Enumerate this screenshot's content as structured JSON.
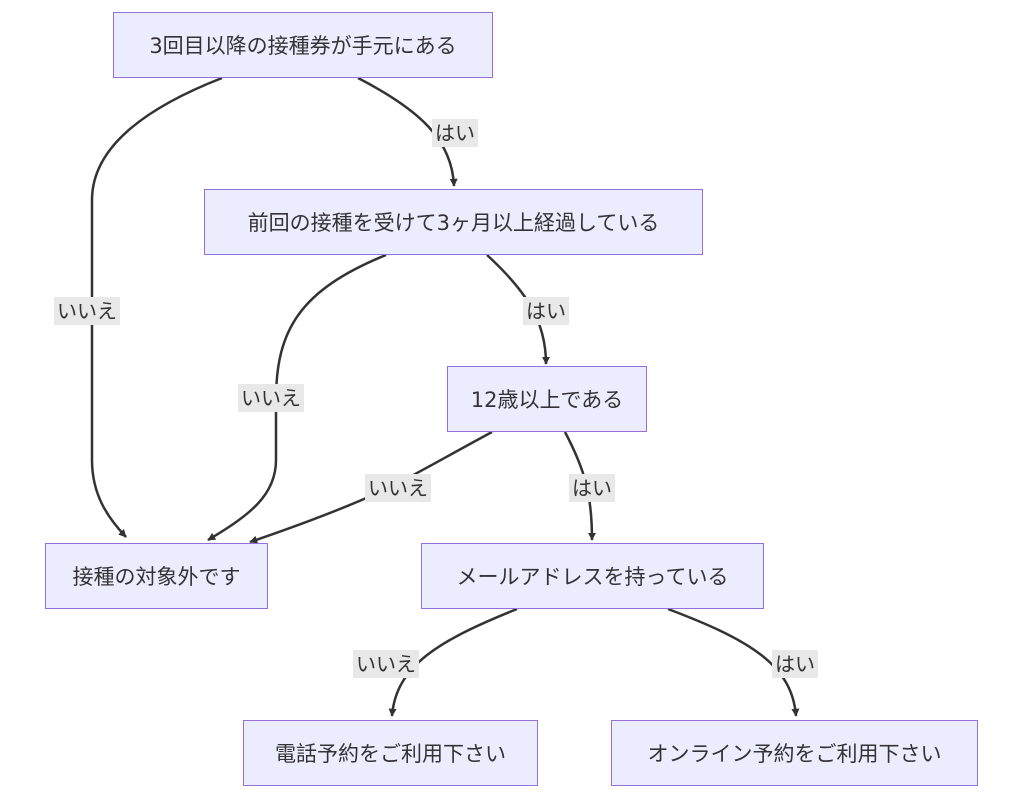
{
  "nodes": {
    "q_ticket": "3回目以降の接種券が手元にある",
    "q_three_months": "前回の接種を受けて3ヶ月以上経過している",
    "q_age": "12歳以上である",
    "r_not_eligible": "接種の対象外です",
    "q_email": "メールアドレスを持っている",
    "r_phone": "電話予約をご利用下さい",
    "r_online": "オンライン予約をご利用下さい"
  },
  "edges": {
    "ticket_yes": "はい",
    "ticket_no": "いいえ",
    "three_months_yes": "はい",
    "three_months_no": "いいえ",
    "age_yes": "はい",
    "age_no": "いいえ",
    "email_no": "いいえ",
    "email_yes": "はい"
  },
  "colors": {
    "node_fill": "#ececff",
    "node_border": "#9370db",
    "edge_stroke": "#333333",
    "label_background": "#e8e8e8",
    "text": "#333333"
  }
}
